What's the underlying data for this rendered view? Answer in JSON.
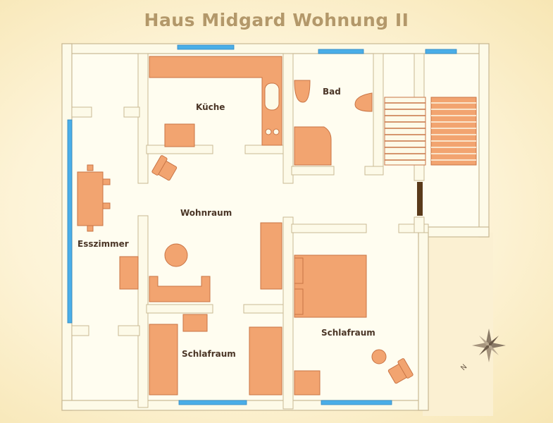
{
  "title": "Haus Midgard Wohnung II",
  "rooms": {
    "kueche": "Küche",
    "bad": "Bad",
    "wohnraum": "Wohnraum",
    "esszimmer": "Esszimmer",
    "schlafraum_left": "Schlafraum",
    "schlafraum_right": "Schlafraum"
  },
  "compass": {
    "north_letter": "N"
  },
  "colors": {
    "wall": "#fdfae8",
    "wall_stroke": "#c9b994",
    "furniture": "#f2a470",
    "furniture_stroke": "#c87445",
    "window": "#4aaee8",
    "floor": "#fffdf0",
    "door_dark": "#5a3a1a"
  }
}
